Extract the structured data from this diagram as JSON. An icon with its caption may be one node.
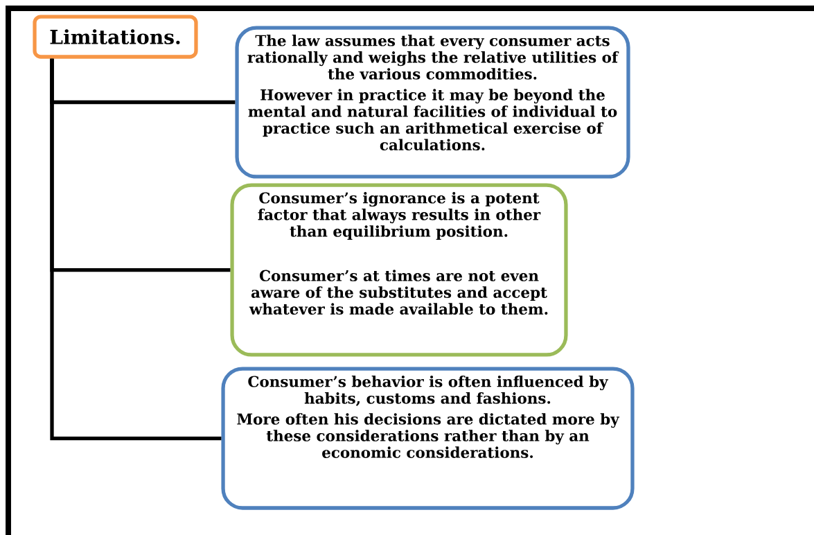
{
  "diagram": {
    "nodes": [
      {
        "text": [
          "Limitations."
        ]
      },
      {
        "text": [
          "The law assumes that every consumer acts rationally and weighs the relative utilities of the various commodities.",
          "However in practice it may be beyond the mental and natural facilities of individual to practice such an arithmetical exercise of calculations."
        ]
      },
      {
        "text": [
          "Consumer’s ignorance is a potent factor that always results in other than equilibrium position.",
          "Consumer’s at times are not even aware of the substitutes and accept whatever is made available to them."
        ]
      },
      {
        "text": [
          "Consumer’s behavior is often influenced by habits, customs and fashions.",
          "More often his decisions are dictated more by these considerations rather than by an economic considerations."
        ]
      }
    ],
    "edges": [
      {
        "from": 0,
        "to": 1,
        "arrow": "none"
      },
      {
        "from": 0,
        "to": 2,
        "arrow": "none"
      },
      {
        "from": 0,
        "to": 3,
        "arrow": "none"
      }
    ]
  }
}
